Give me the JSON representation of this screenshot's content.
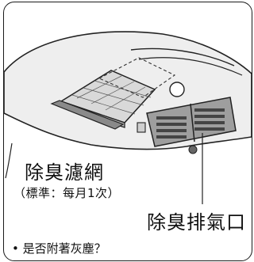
{
  "labels": {
    "filter_title": "除臭濾網",
    "filter_interval": "（標準：每月1次）",
    "vent_title": "除臭排氣口",
    "check_note": "• 是否附著灰塵？"
  }
}
